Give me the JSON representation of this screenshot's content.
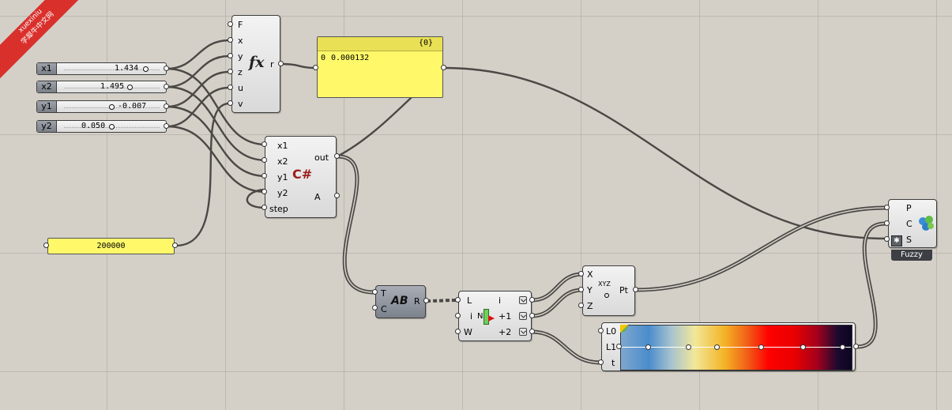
{
  "watermark": {
    "line1": "xuexiniu",
    "line2": "学犀牛中文网"
  },
  "sliders": [
    {
      "name": "x1",
      "value": "1.434"
    },
    {
      "name": "x2",
      "value": "1.495"
    },
    {
      "name": "y1",
      "value": "-0.007"
    },
    {
      "name": "y2",
      "value": "0.050"
    }
  ],
  "expression": {
    "inputs": [
      "F",
      "x",
      "y",
      "z",
      "u",
      "v"
    ],
    "output": "r",
    "icon_text": "fx"
  },
  "result_panel": {
    "path": "{0}",
    "index": "0",
    "value": "0.000132"
  },
  "csharp": {
    "inputs": [
      "x1",
      "x2",
      "y1",
      "y2",
      "step"
    ],
    "outputs": [
      "out",
      "A"
    ],
    "icon_text": "C#"
  },
  "step_panel": {
    "value": "200000"
  },
  "text_split": {
    "inputs": [
      "T",
      "C"
    ],
    "output": "R",
    "icon_text": "AB"
  },
  "list_shift": {
    "inputs": [
      "L",
      "i",
      "W"
    ],
    "outputs": [
      "i",
      "+1",
      "+2"
    ],
    "icon_text": "N"
  },
  "construct_point": {
    "inputs": [
      "X",
      "Y",
      "Z"
    ],
    "output": "Pt",
    "icon_text": "XYZ"
  },
  "gradient": {
    "inputs": [
      "L0",
      "L1",
      "t"
    ]
  },
  "fuzzy": {
    "inputs": [
      "P",
      "C",
      "S"
    ],
    "label": "Fuzzy"
  },
  "colors": {
    "canvas": "#d4d0c8",
    "panel_yellow": "#fff96a",
    "wire": "#4b4845",
    "watermark": "#d9302c"
  }
}
